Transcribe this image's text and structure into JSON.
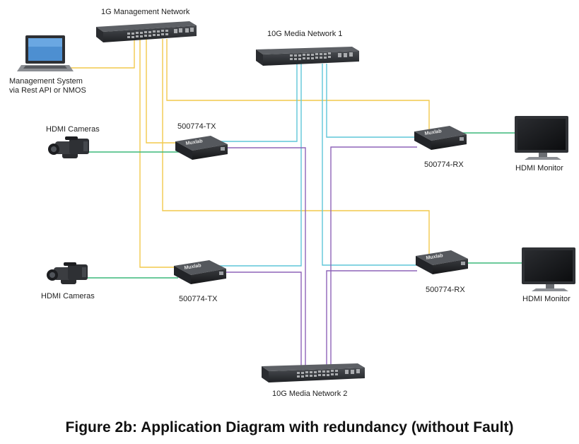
{
  "labels": {
    "management_network": "1G Management Network",
    "media_network_1": "10G Media Network 1",
    "media_network_2": "10G Media Network 2",
    "management_system_line1": "Management System",
    "management_system_line2": "via Rest API or NMOS",
    "cameras_top": "HDMI Cameras",
    "cameras_bottom": "HDMI Cameras",
    "tx_top": "500774-TX",
    "tx_bottom": "500774-TX",
    "rx_top": "500774-RX",
    "rx_bottom": "500774-RX",
    "monitor_top": "HDMI Monitor",
    "monitor_bottom": "HDMI Monitor"
  },
  "device_brand": "Muxlab",
  "caption": "Figure 2b: Application Diagram with redundancy (without Fault)",
  "link_colors": {
    "management": "#f2c94c",
    "media_network_1": "#5fc6d9",
    "media_network_2": "#8e63b8",
    "hdmi": "#3bb87a"
  }
}
